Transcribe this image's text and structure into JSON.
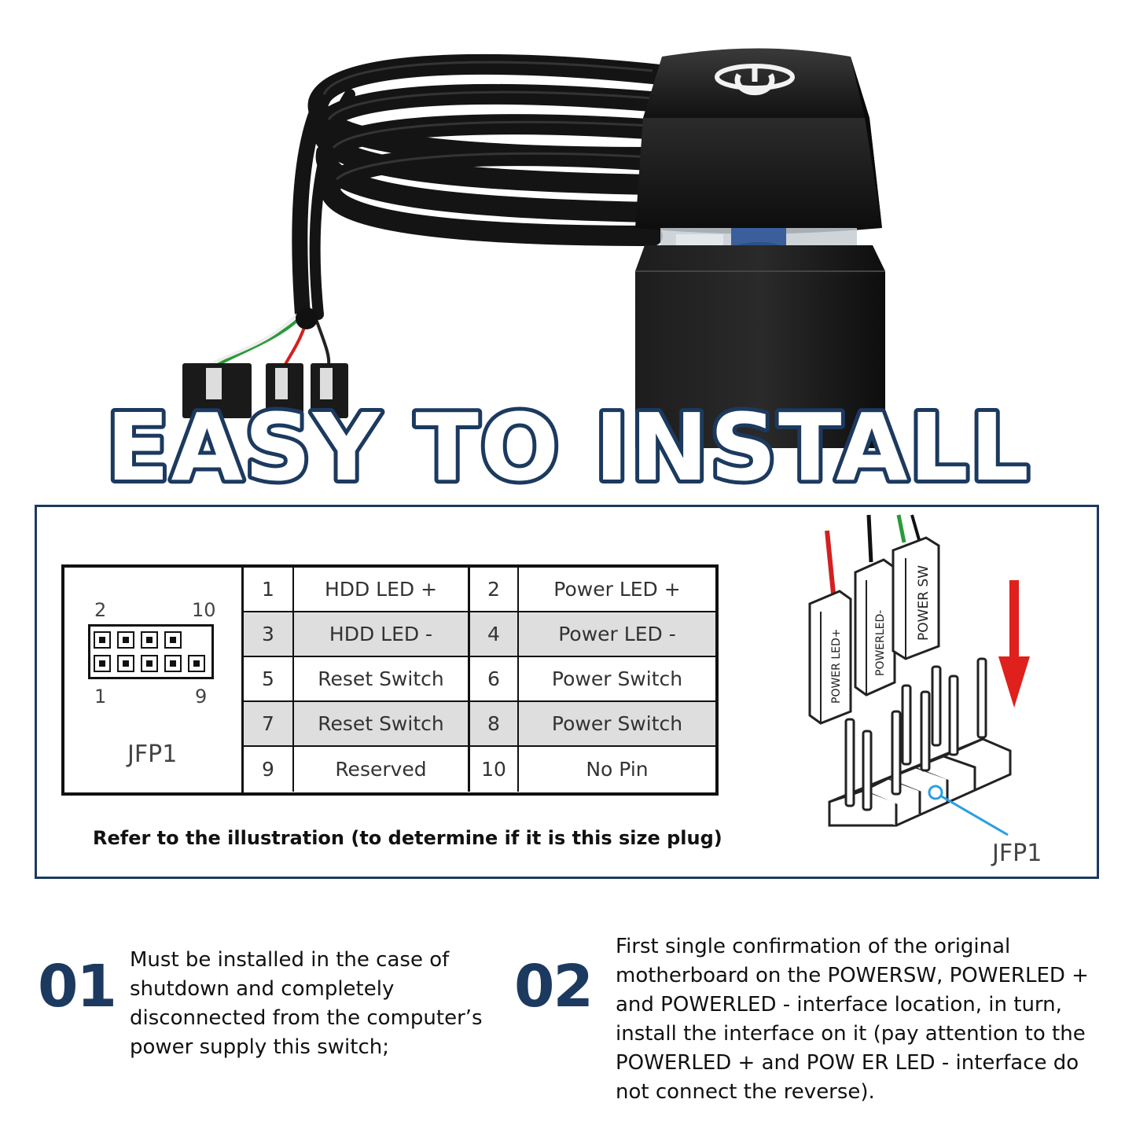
{
  "headline": "EASY TO INSTALL",
  "pin_table": {
    "connector_name": "JFP1",
    "corner_labels": {
      "top_left": "2",
      "top_right": "10",
      "bottom_left": "1",
      "bottom_right": "9"
    },
    "rows": [
      {
        "pin_a": "1",
        "label_a": "HDD LED +",
        "pin_b": "2",
        "label_b": "Power LED +"
      },
      {
        "pin_a": "3",
        "label_a": "HDD LED -",
        "pin_b": "4",
        "label_b": "Power LED -"
      },
      {
        "pin_a": "5",
        "label_a": "Reset Switch",
        "pin_b": "6",
        "label_b": "Power Switch"
      },
      {
        "pin_a": "7",
        "label_a": "Reset Switch",
        "pin_b": "8",
        "label_b": "Power Switch"
      },
      {
        "pin_a": "9",
        "label_a": "Reserved",
        "pin_b": "10",
        "label_b": "No Pin"
      }
    ]
  },
  "caption": "Refer to the illustration (to determine if it is this size plug)",
  "illustration": {
    "plug_labels": [
      "POWER LED+",
      "POWERLED-",
      "POWER SW"
    ],
    "header_label": "JFP1"
  },
  "steps": [
    {
      "number": "01",
      "text": "Must be installed in the case of shutdown and completely disconnected from the computer’s power supply this switch;"
    },
    {
      "number": "02",
      "text": "First single confirmation of the original motherboard on the POWERSW, POWERLED + and POWERLED - interface location, in turn, install the interface on it (pay attention to the POWERLED + and POW ER LED - interface do not connect the reverse)."
    }
  ],
  "colors": {
    "navy": "#1c3a5f",
    "arrow_red": "#e0201c",
    "leader_blue": "#2a9fe0"
  }
}
